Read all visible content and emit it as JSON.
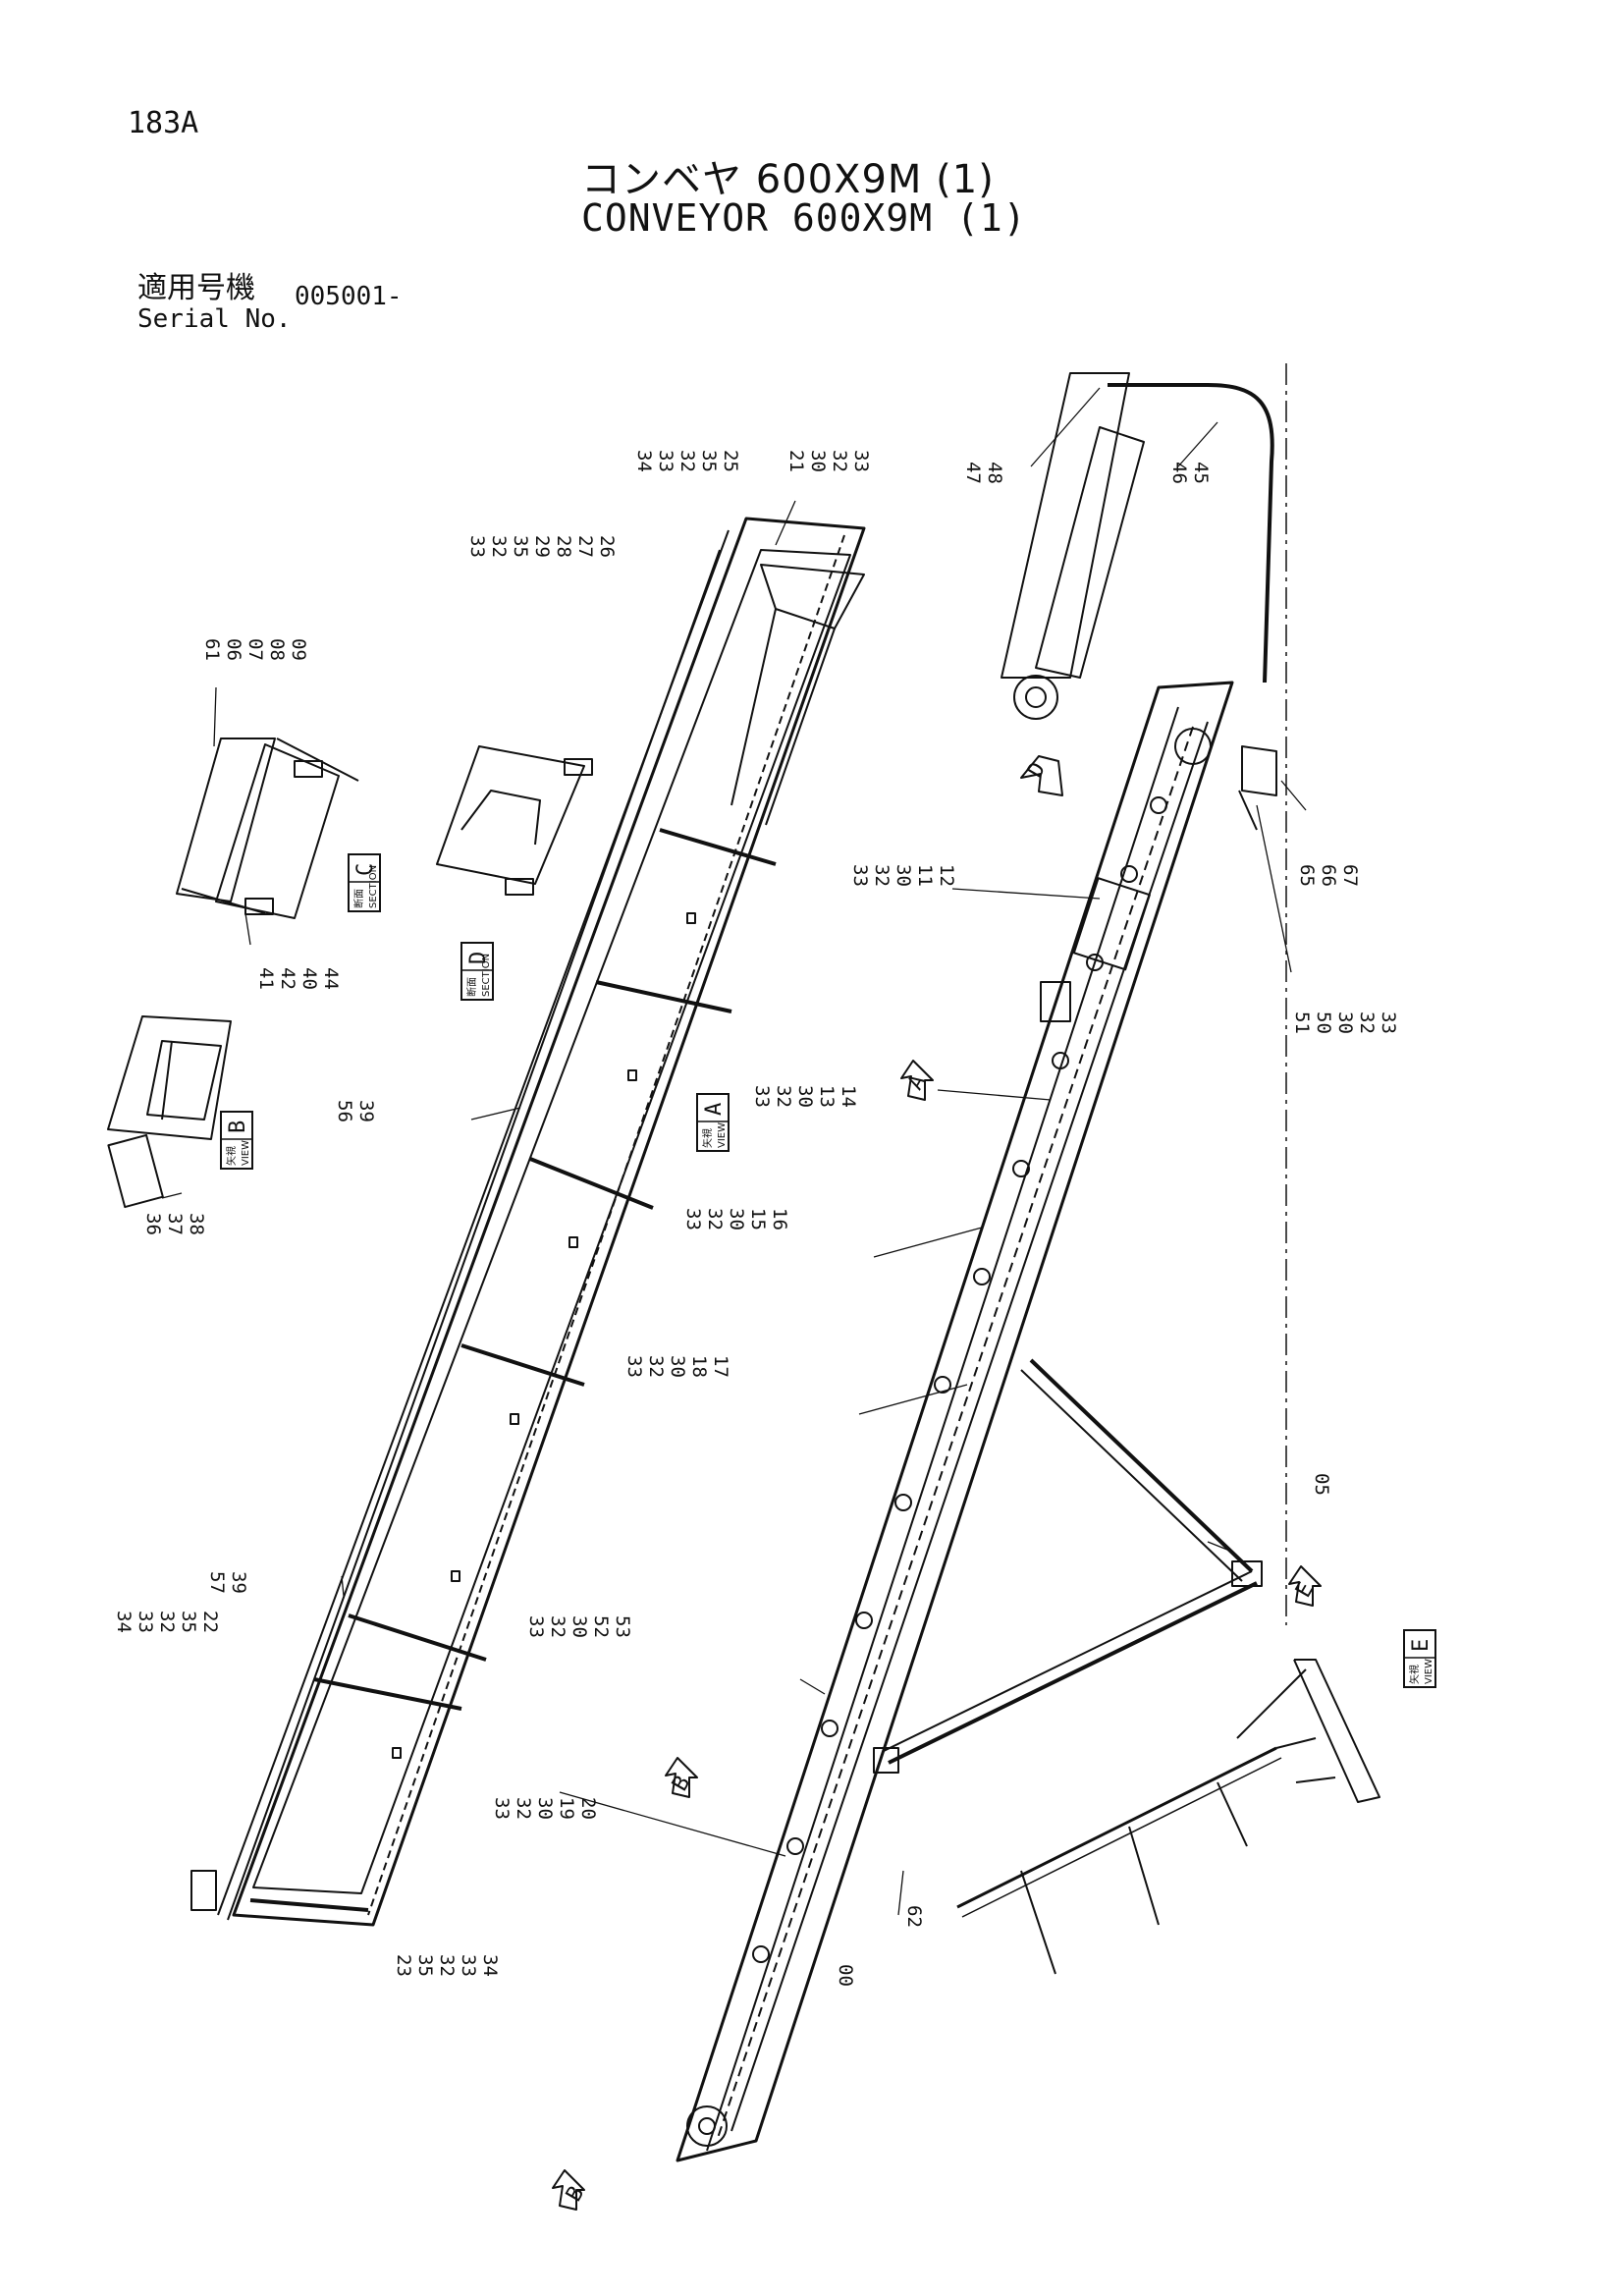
{
  "page_code": "183A",
  "title_jp": "コンベヤ 600X9M (1)",
  "title_en": "CONVEYOR 600X9M (1)",
  "serial": {
    "label_jp": "適用号機",
    "label_en": "Serial No.",
    "value": "005001-"
  },
  "view_labels": [
    {
      "id": "A",
      "caption": "矢視",
      "sub": "VIEW"
    },
    {
      "id": "B",
      "caption": "矢視",
      "sub": "VIEW"
    },
    {
      "id": "C",
      "caption": "断面",
      "sub": "SECTION"
    },
    {
      "id": "D",
      "caption": "断面",
      "sub": "SECTION"
    },
    {
      "id": "E",
      "caption": "矢視",
      "sub": "VIEW"
    }
  ],
  "view_arrows": [
    "A",
    "B",
    "D",
    "E",
    "B"
  ],
  "callouts": {
    "top_frame_head": [
      "34",
      "33",
      "32",
      "35",
      "25"
    ],
    "top_frame_head2": [
      "21",
      "30",
      "32",
      "33"
    ],
    "top_frame_hopper": [
      "33",
      "32",
      "35",
      "29",
      "28",
      "27",
      "26"
    ],
    "section_c_top": [
      "61",
      "06",
      "07",
      "08",
      "09"
    ],
    "section_c_bottom": [
      "41",
      "42",
      "40",
      "44"
    ],
    "view_b_parts": [
      "36",
      "37",
      "38"
    ],
    "frame_side_upper": [
      "56",
      "39"
    ],
    "frame_side_lower": [
      "57",
      "39"
    ],
    "frame_bottom_left": [
      "34",
      "33",
      "32",
      "35",
      "22"
    ],
    "frame_tail": [
      "23",
      "35",
      "32",
      "33",
      "34"
    ],
    "drive_47_48": [
      "47",
      "48"
    ],
    "drive_46_45": [
      "46",
      "45"
    ],
    "conveyor_12": [
      "33",
      "32",
      "30",
      "11",
      "12"
    ],
    "support_65": [
      "65",
      "66",
      "67"
    ],
    "support_51": [
      "51",
      "50",
      "30",
      "32",
      "33"
    ],
    "conveyor_14": [
      "33",
      "32",
      "30",
      "13",
      "14"
    ],
    "conveyor_16": [
      "33",
      "32",
      "30",
      "15",
      "16"
    ],
    "conveyor_17": [
      "33",
      "32",
      "30",
      "18",
      "17"
    ],
    "strut_05": [
      "05"
    ],
    "conveyor_53": [
      "33",
      "32",
      "30",
      "52",
      "53"
    ],
    "conveyor_20": [
      "33",
      "32",
      "30",
      "19",
      "20"
    ],
    "clamp_62": [
      "62"
    ],
    "frame_00": [
      "00"
    ]
  }
}
